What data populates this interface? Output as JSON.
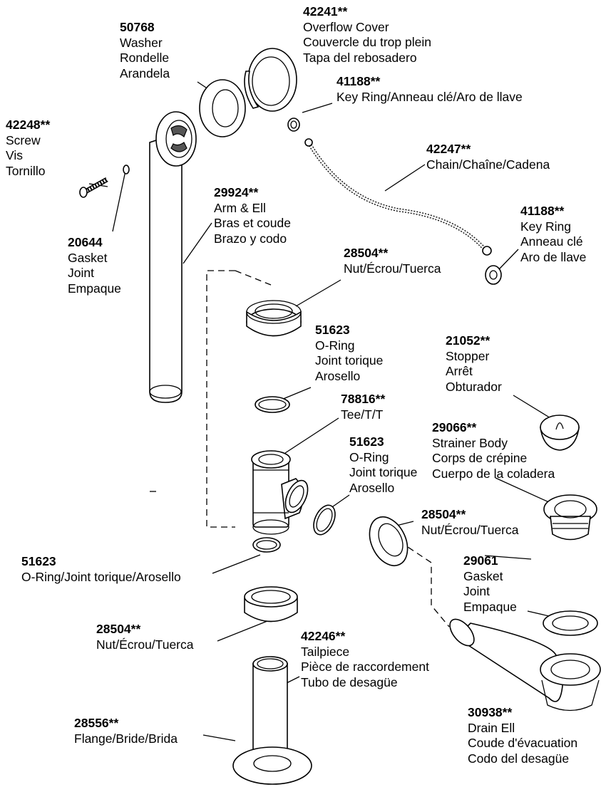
{
  "callouts": [
    {
      "id": "42241",
      "part": "42241**",
      "lines": [
        "Overflow Cover",
        "Couvercle du trop plein",
        "Tapa del rebosadero"
      ]
    },
    {
      "id": "50768",
      "part": "50768",
      "lines": [
        "Washer",
        "Rondelle",
        "Arandela"
      ]
    },
    {
      "id": "41188a",
      "part": "41188**",
      "lines": [
        "Key Ring/Anneau clé/Aro de llave"
      ]
    },
    {
      "id": "42248",
      "part": "42248**",
      "lines": [
        "Screw",
        "Vis",
        "Tornillo"
      ]
    },
    {
      "id": "42247",
      "part": "42247**",
      "lines": [
        "Chain/Chaîne/Cadena"
      ]
    },
    {
      "id": "29924",
      "part": "29924**",
      "lines": [
        "Arm & Ell",
        "Bras et coude",
        "Brazo y codo"
      ]
    },
    {
      "id": "41188b",
      "part": "41188**",
      "lines": [
        "Key Ring",
        "Anneau clé",
        "Aro de llave"
      ]
    },
    {
      "id": "20644",
      "part": "20644",
      "lines": [
        "Gasket",
        "Joint",
        "Empaque"
      ]
    },
    {
      "id": "28504a",
      "part": "28504**",
      "lines": [
        "Nut/Écrou/Tuerca"
      ]
    },
    {
      "id": "51623a",
      "part": "51623",
      "lines": [
        "O-Ring",
        "Joint torique",
        "Arosello"
      ]
    },
    {
      "id": "21052",
      "part": "21052**",
      "lines": [
        "Stopper",
        "Arrêt",
        "Obturador"
      ]
    },
    {
      "id": "78816",
      "part": "78816**",
      "lines": [
        "Tee/T/T"
      ]
    },
    {
      "id": "29066",
      "part": "29066**",
      "lines": [
        "Strainer Body",
        "Corps de crépine",
        "Cuerpo de la coladera"
      ]
    },
    {
      "id": "51623b",
      "part": "51623",
      "lines": [
        "O-Ring",
        "Joint torique",
        "Arosello"
      ]
    },
    {
      "id": "28504b",
      "part": "28504**",
      "lines": [
        "Nut/Écrou/Tuerca"
      ]
    },
    {
      "id": "51623c",
      "part": "51623",
      "lines": [
        "O-Ring/Joint torique/Arosello"
      ]
    },
    {
      "id": "29061",
      "part": "29061",
      "lines": [
        "Gasket",
        "Joint",
        "Empaque"
      ]
    },
    {
      "id": "28504c",
      "part": "28504**",
      "lines": [
        "Nut/Écrou/Tuerca"
      ]
    },
    {
      "id": "42246",
      "part": "42246**",
      "lines": [
        "Tailpiece",
        "Pièce de raccordement",
        "Tubo de desagüe"
      ]
    },
    {
      "id": "30938",
      "part": "30938**",
      "lines": [
        "Drain Ell",
        "Coude d'évacuation",
        "Codo del desagüe"
      ]
    },
    {
      "id": "28556",
      "part": "28556**",
      "lines": [
        "Flange/Bride/Brida"
      ]
    }
  ]
}
